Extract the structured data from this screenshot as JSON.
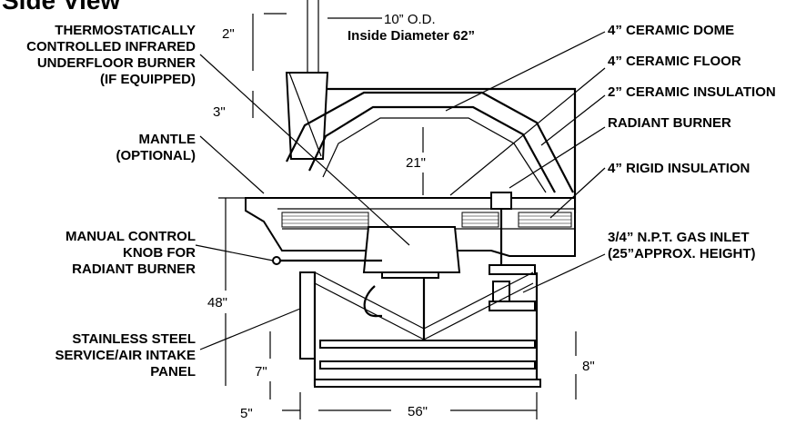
{
  "title": "Side View",
  "labels": {
    "thermostat_1": "THERMOSTATICALLY",
    "thermostat_2": "CONTROLLED INFRARED",
    "thermostat_3": "UNDERFLOOR BURNER",
    "thermostat_4": "(IF EQUIPPED)",
    "mantle_1": "MANTLE",
    "mantle_2": "(OPTIONAL)",
    "manual_1": "MANUAL CONTROL",
    "manual_2": "KNOB FOR",
    "manual_3": "RADIANT BURNER",
    "panel_1": "STAINLESS STEEL",
    "panel_2": "SERVICE/AIR INTAKE",
    "panel_3": "PANEL",
    "dome": "4” CERAMIC DOME",
    "floor": "4” CERAMIC FLOOR",
    "insulation_ceramic": "2” CERAMIC INSULATION",
    "radiant_burner": "RADIANT BURNER",
    "rigid": "4” RIGID INSULATION",
    "gas_1": "3/4” N.P.T. GAS INLET",
    "gas_2": "(25”APPROX. HEIGHT)",
    "inside_diameter": "Inside Diameter 62”",
    "flue_od": "10” O.D."
  },
  "dimensions": {
    "two_in": "2\"",
    "three_in": "3\"",
    "twentyone_in": "21\"",
    "fortyeight_in": "48\"",
    "seven_in": "7\"",
    "five_in": "5\"",
    "fiftysix_in": "56\"",
    "eight_in": "8\""
  }
}
